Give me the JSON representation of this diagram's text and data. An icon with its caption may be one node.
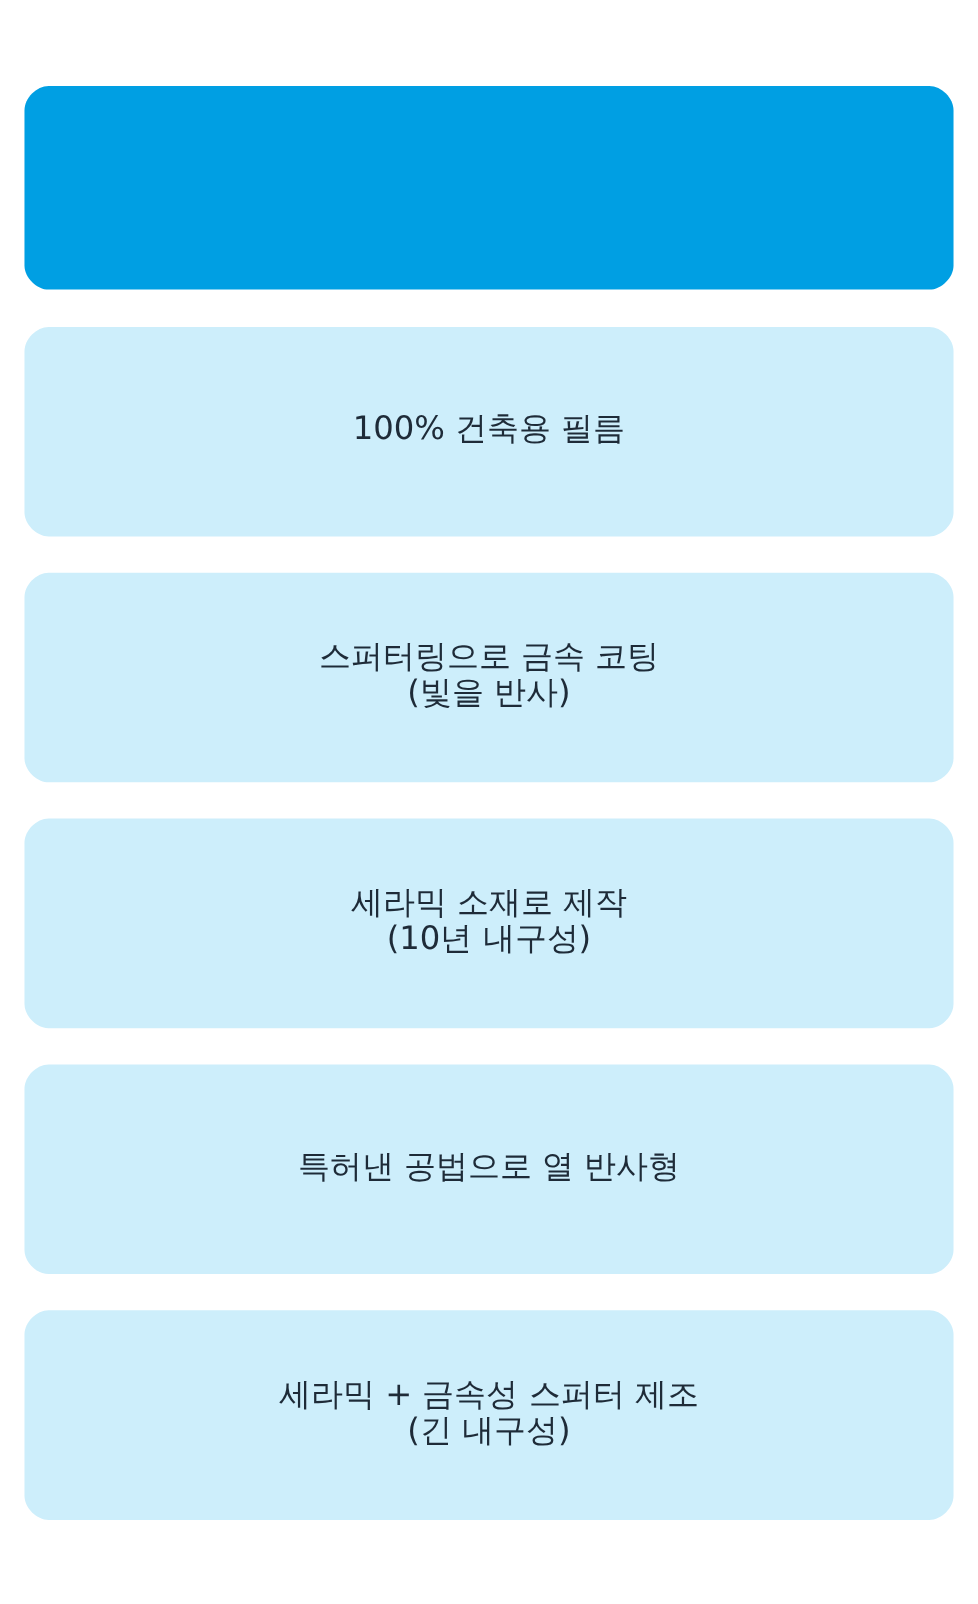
{
  "diagram": {
    "nodes": [
      {
        "text": [],
        "shape": "box"
      },
      {
        "text": [
          "100% 건축용 필름"
        ]
      },
      {
        "text": [
          "스퍼터링으로 금속 코팅",
          "(빛을 반사)"
        ]
      },
      {
        "text": [
          "세라믹 소재로 제작",
          "(10년 내구성)"
        ]
      },
      {
        "text": [
          "특허낸 공법으로 열 반사형"
        ]
      },
      {
        "text": [
          "세라믹 + 금속성 스퍼터 제조",
          "(긴 내구성)"
        ]
      }
    ]
  }
}
